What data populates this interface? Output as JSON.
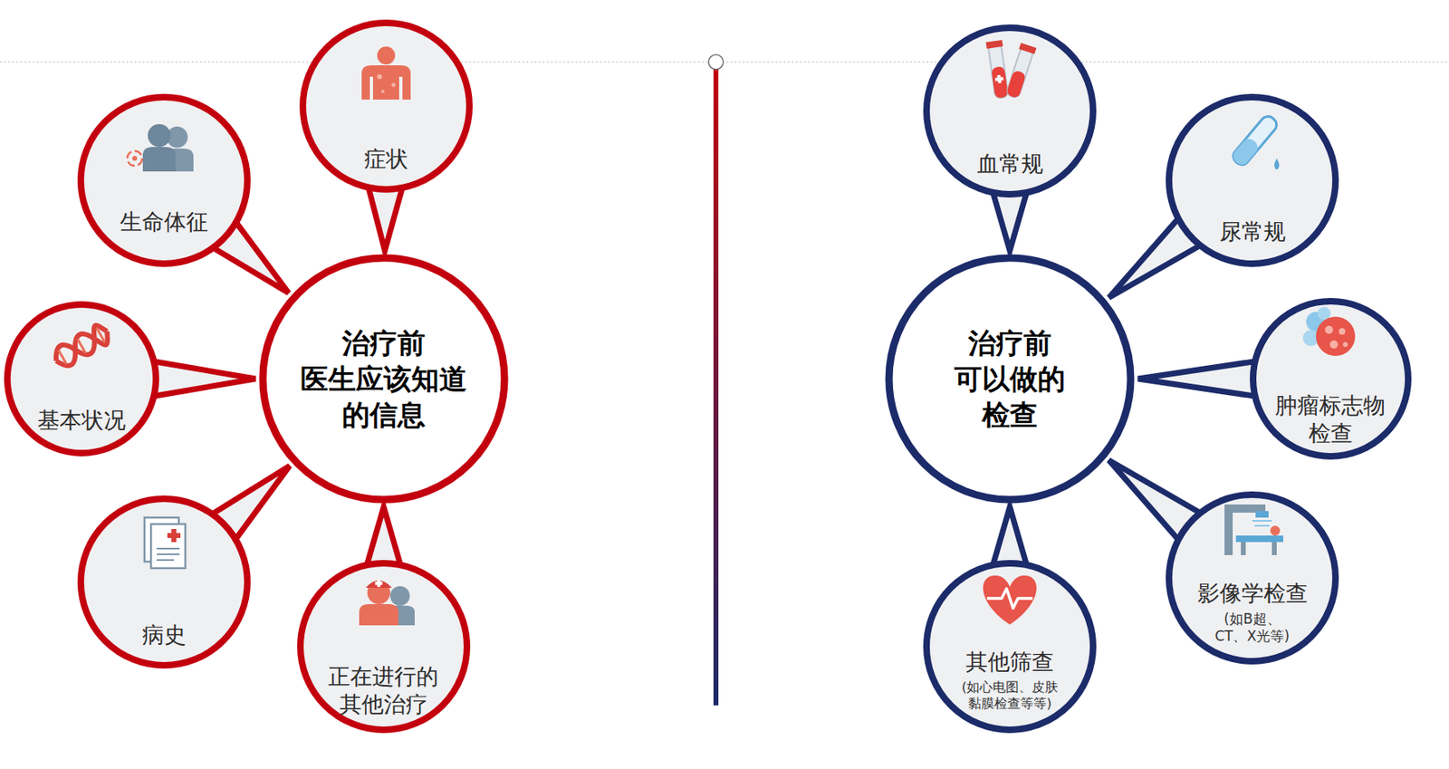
{
  "diagram": {
    "nodes": [
      {
        "text": [
          "治疗前 医生应该知道 的信息"
        ]
      },
      {
        "text": [
          "症状"
        ]
      },
      {
        "text": [
          "生命体征"
        ]
      },
      {
        "text": [
          "基本状况"
        ]
      },
      {
        "text": [
          "病史"
        ]
      },
      {
        "text": [
          "正在进行的 其他治疗"
        ]
      },
      {
        "text": [
          "治疗前 可以做的 检查"
        ]
      },
      {
        "text": [
          "血常规"
        ]
      },
      {
        "text": [
          "尿常规"
        ]
      },
      {
        "text": [
          "肿瘤标志物 检查"
        ]
      },
      {
        "text": [
          "影像学检查",
          "(如B超、 CT、X光等)"
        ]
      },
      {
        "text": [
          "其他筛查",
          "(如心电图、皮肤 黏膜检查等等)"
        ]
      }
    ],
    "edges": [
      {
        "from": 1,
        "to": 0,
        "arrow": "to"
      },
      {
        "from": 2,
        "to": 0,
        "arrow": "to"
      },
      {
        "from": 3,
        "to": 0,
        "arrow": "to"
      },
      {
        "from": 4,
        "to": 0,
        "arrow": "to"
      },
      {
        "from": 5,
        "to": 0,
        "arrow": "to"
      },
      {
        "from": 7,
        "to": 6,
        "arrow": "to"
      },
      {
        "from": 8,
        "to": 6,
        "arrow": "to"
      },
      {
        "from": 9,
        "to": 6,
        "arrow": "to"
      },
      {
        "from": 10,
        "to": 6,
        "arrow": "to"
      },
      {
        "from": 11,
        "to": 6,
        "arrow": "to"
      }
    ]
  }
}
